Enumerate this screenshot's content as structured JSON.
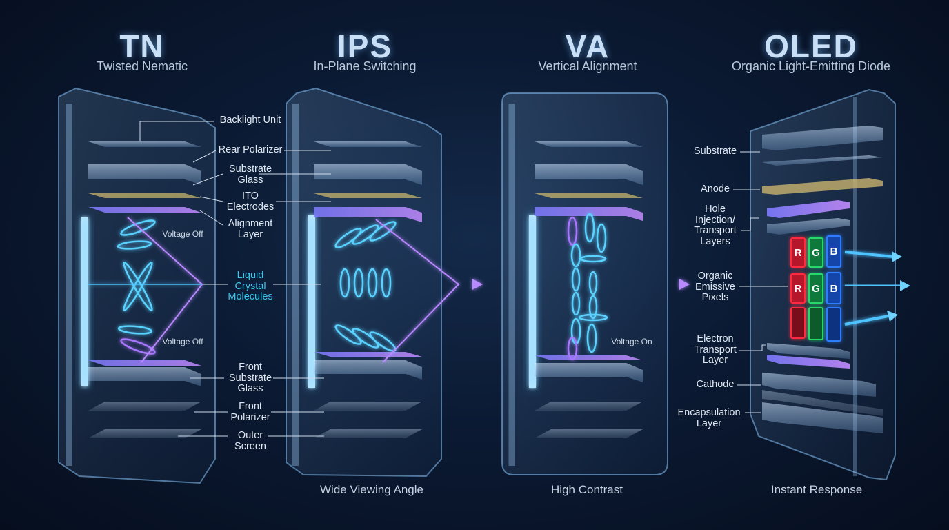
{
  "panels": [
    {
      "id": "tn",
      "title": "TN",
      "subtitle": "Twisted Nematic",
      "footer": "",
      "labels": {
        "backlight": "Backlight Unit",
        "rear_polarizer": "Rear Polarizer",
        "substrate_glass": "Substrate\nGlass",
        "ito": "ITO\nElectrodes",
        "alignment": "Alignment\nLayer",
        "voltage_top": "Voltage Off",
        "liquid_crystal": "Liquid\nCrystal\nMolecules",
        "voltage_bottom": "Voltage Off",
        "front_substrate": "Front\nSubstrate\nGlass",
        "front_polarizer": "Front\nPolarizer",
        "outer_screen": "Outer\nScreen"
      }
    },
    {
      "id": "ips",
      "title": "IPS",
      "subtitle": "In-Plane Switching",
      "footer": "Wide Viewing Angle"
    },
    {
      "id": "va",
      "title": "VA",
      "subtitle": "Vertical Alignment",
      "footer": "High Contrast",
      "labels": {
        "voltage": "Voltage On"
      }
    },
    {
      "id": "oled",
      "title": "OLED",
      "subtitle": "Organic Light-Emitting Diode",
      "footer": "Instant Response",
      "labels": {
        "substrate": "Substrate",
        "anode": "Anode",
        "hole": "Hole\nInjection/\nTransport\nLayers",
        "emissive": "Organic\nEmissive\nPixels",
        "electron": "Electron\nTransport\nLayer",
        "cathode": "Cathode",
        "encapsulation": "Encapsulation\nLayer"
      },
      "pixels": [
        "R",
        "G",
        "B"
      ]
    }
  ],
  "colors": {
    "background": "#0b1a33",
    "glow_blue": "#4fc3ff",
    "glow_violet": "#a877ff",
    "pixel_red": "#ff2a3c",
    "pixel_green": "#26d96a",
    "pixel_blue": "#2f7bff",
    "ito_gold": "#c9b46e"
  }
}
